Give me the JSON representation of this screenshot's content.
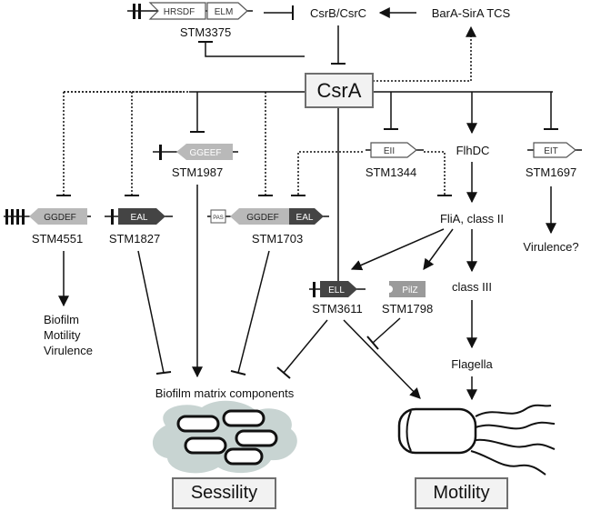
{
  "nodes": {
    "csra": "CsrA",
    "csrb_csrc": "CsrB/CsrC",
    "barA_sirA": "BarA-SirA TCS",
    "stm3375": "STM3375",
    "stm1987": "STM1987",
    "stm1344": "STM1344",
    "flhdc": "FlhDC",
    "stm1697": "STM1697",
    "stm4551": "STM4551",
    "stm1827": "STM1827",
    "stm1703": "STM1703",
    "flia": "FliA, class II",
    "stm3611": "STM3611",
    "stm1798": "STM1798",
    "class3": "class III",
    "flagella": "Flagella",
    "virulence_q": "Virulence?",
    "biofilm": "Biofilm",
    "motility_text": "Motility",
    "virulence": "Virulence",
    "biofilm_matrix": "Biofilm matrix components",
    "sessility": "Sessility",
    "motility_box": "Motility"
  },
  "domains": {
    "hrsdf": "HRSDF",
    "elm": "ELM",
    "ggeef": "GGEEF",
    "eii": "EII",
    "eit": "EIT",
    "ggdef_4551": "GGDEF",
    "eal_1827": "EAL",
    "pas": "PAS",
    "ggdef_1703": "GGDEF",
    "eal_1703": "EAL",
    "ell": "ELL",
    "pilz": "PilZ"
  },
  "colors": {
    "box_border": "#6f6f6f",
    "box_fill": "#f2f2f2",
    "domain_light": "#b9b9b9",
    "domain_dark": "#444444",
    "cloud": "#c8d4d2"
  }
}
